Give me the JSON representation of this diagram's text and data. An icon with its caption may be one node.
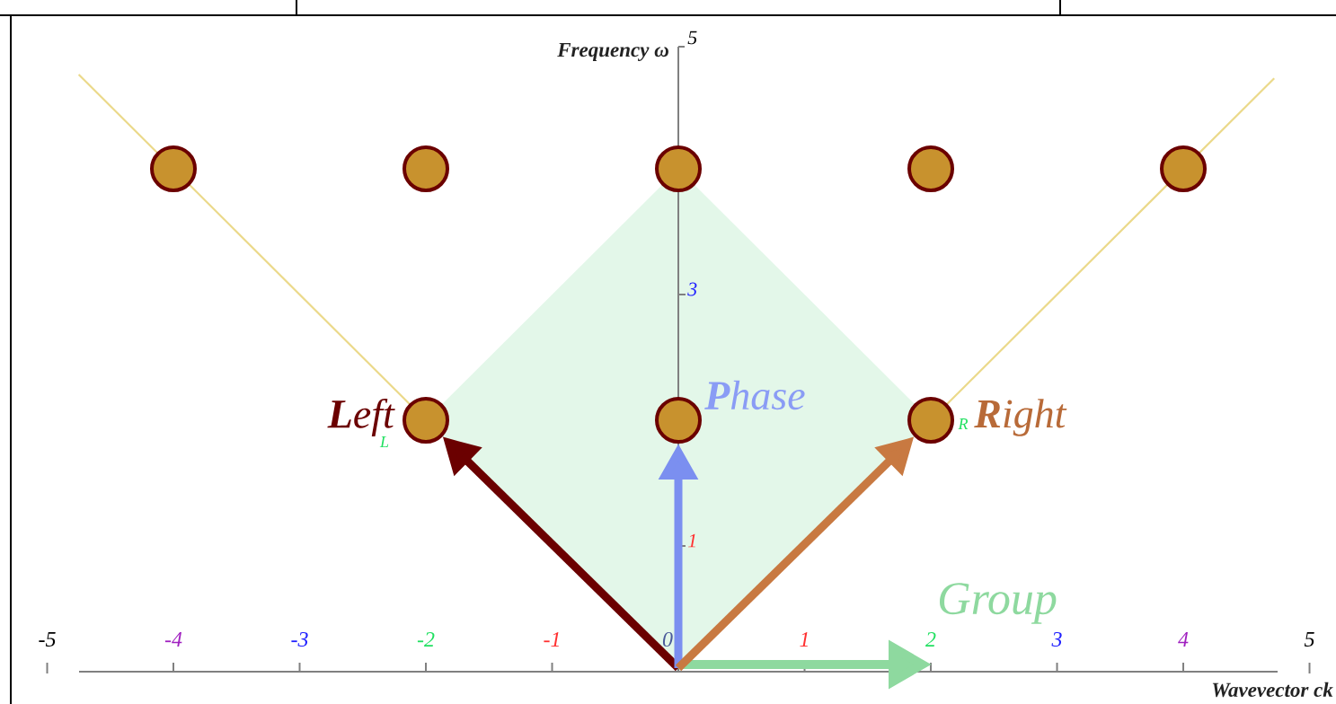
{
  "diagram": {
    "nodes": [
      {
        "text": [],
        "shape": "circle"
      },
      {
        "text": [],
        "shape": "circle"
      },
      {
        "text": [],
        "shape": "circle"
      },
      {
        "text": [],
        "shape": "circle"
      },
      {
        "text": [],
        "shape": "circle"
      },
      {
        "text": [],
        "shape": "circle",
        "beside": [
          "L"
        ]
      },
      {
        "text": [],
        "shape": "circle"
      },
      {
        "text": [],
        "shape": "circle",
        "beside": [
          "R"
        ]
      }
    ],
    "edges": [
      {
        "from": null,
        "to": 5,
        "arrow": "to",
        "label": "**L**eft",
        "color": "#6b0000"
      },
      {
        "from": null,
        "to": 6,
        "arrow": "to",
        "label": "**P**hase",
        "color": "#7b8ff0"
      },
      {
        "from": null,
        "to": 7,
        "arrow": "to",
        "label": "**R**ight",
        "color": "#c87941"
      }
    ],
    "labels": [
      "Frequency ω",
      "5",
      "3",
      "1",
      "-5",
      "-4",
      "-3",
      "-2",
      "-1",
      "0",
      "1",
      "2",
      "3",
      "4",
      "5",
      "Wavevector ck",
      "Group"
    ]
  }
}
